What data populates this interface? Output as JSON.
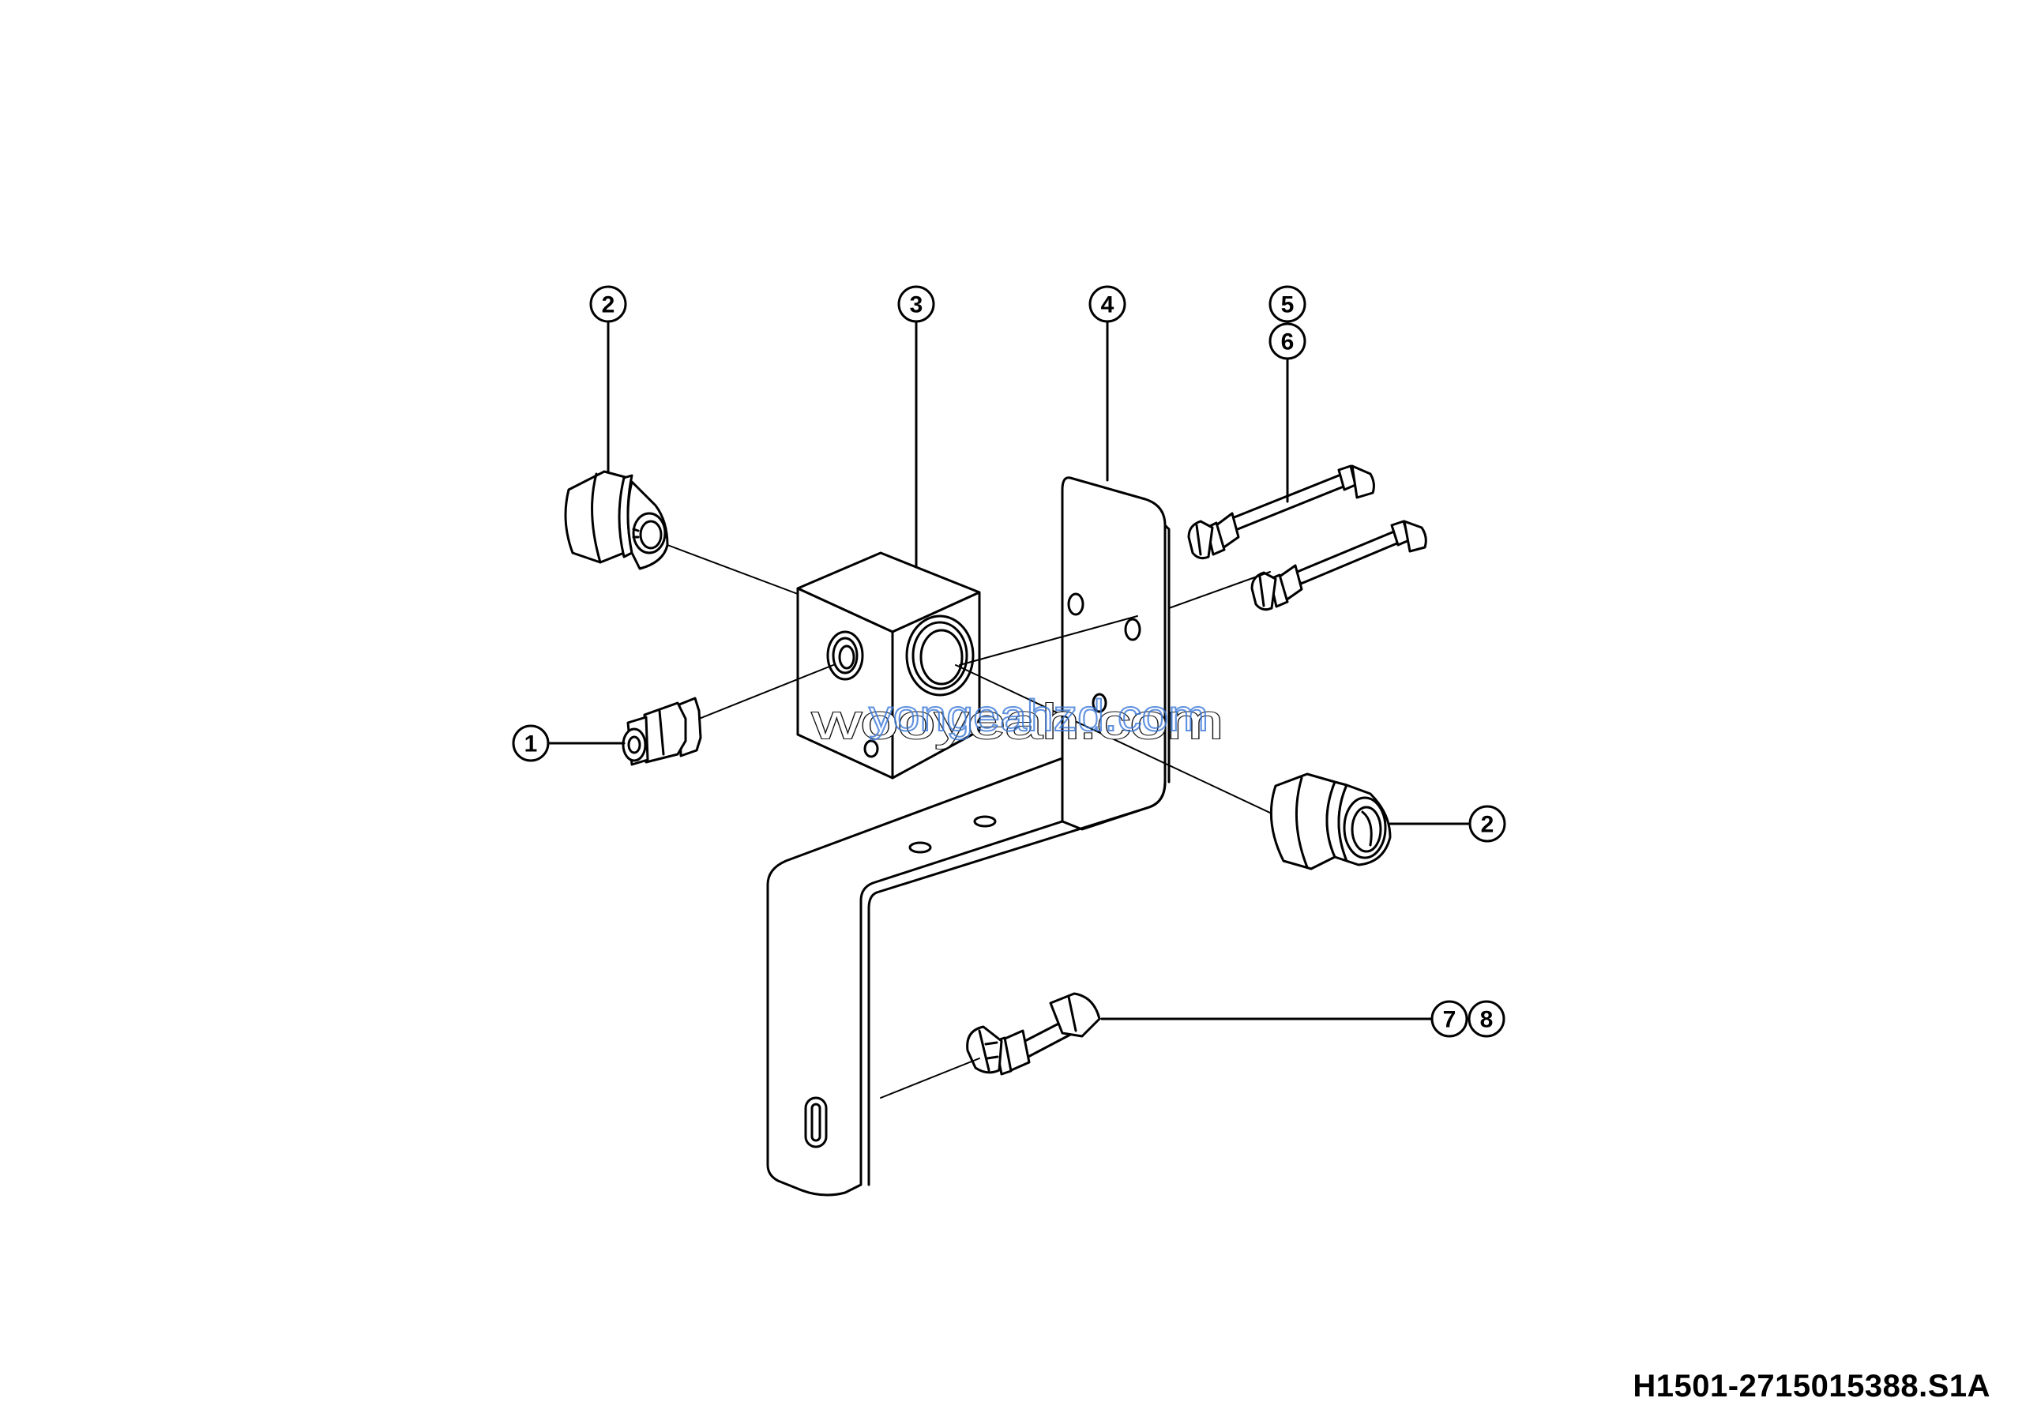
{
  "diagram": {
    "document_code": "H1501-2715015388.S1A",
    "watermark_text": "wooyeah.com",
    "watermark_overlay_text": "yongeahzd.com",
    "callouts": [
      {
        "id": "c1",
        "label": "1"
      },
      {
        "id": "c2a",
        "label": "2"
      },
      {
        "id": "c2b",
        "label": "2"
      },
      {
        "id": "c3",
        "label": "3"
      },
      {
        "id": "c4",
        "label": "4"
      },
      {
        "id": "c5",
        "label": "5"
      },
      {
        "id": "c6",
        "label": "6"
      },
      {
        "id": "c7",
        "label": "7"
      },
      {
        "id": "c8",
        "label": "8"
      }
    ]
  }
}
